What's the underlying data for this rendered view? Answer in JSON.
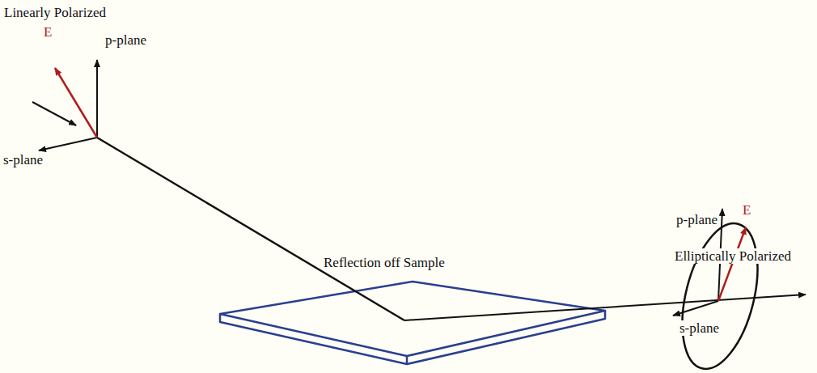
{
  "diagram": {
    "labels": [
      "Linearly Polarized",
      "E",
      "p-plane",
      "s-plane",
      "Reflection off Sample",
      "Elliptically Polarized",
      "p-plane",
      "E",
      "s-plane"
    ]
  }
}
